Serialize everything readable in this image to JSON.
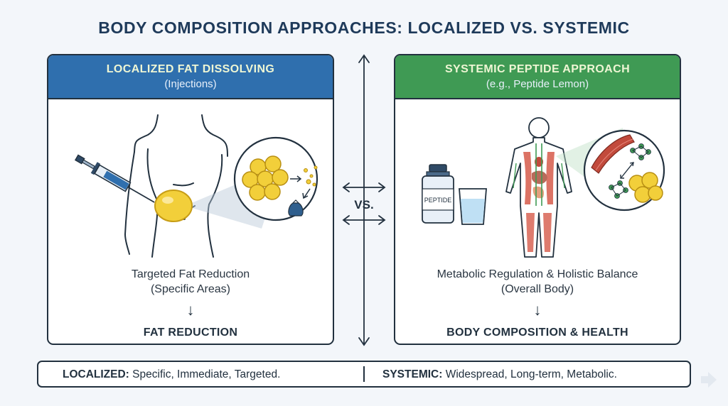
{
  "title": "BODY COMPOSITION APPROACHES: LOCALIZED VS. SYSTEMIC",
  "left_panel": {
    "header_title": "LOCALIZED FAT DISSOLVING",
    "header_subtitle": "(Injections)",
    "caption_line1": "Targeted Fat Reduction",
    "caption_line2": "(Specific Areas)",
    "arrow": "↓",
    "result": "FAT REDUCTION",
    "icons": [
      "syringe-icon",
      "torso-outline-icon",
      "fat-deposit-icon",
      "fat-cells-zoom-icon",
      "waste-bag-icon"
    ]
  },
  "right_panel": {
    "header_title": "SYSTEMIC PEPTIDE APPROACH",
    "header_subtitle": "(e.g., Peptide Lemon)",
    "vial_label": "PEPTIDE",
    "caption_line1": "Metabolic Regulation & Holistic Balance",
    "caption_line2": "(Overall Body)",
    "arrow": "↓",
    "result": "BODY COMPOSITION & HEALTH",
    "icons": [
      "peptide-vial-icon",
      "water-glass-icon",
      "anatomy-body-icon",
      "muscle-molecule-zoom-icon"
    ]
  },
  "vs_label": "VS.",
  "footer": {
    "localized_label": "LOCALIZED:",
    "localized_text": " Specific, Immediate, Targeted.",
    "systemic_label": "SYSTEMIC:",
    "systemic_text": " Widespread, Long-term, Metabolic."
  },
  "colors": {
    "localized_header": "#2f6fae",
    "systemic_header": "#3f9a54",
    "fat_yellow": "#f2cf3a",
    "muscle_red": "#c24a3c",
    "outline": "#22313f"
  }
}
